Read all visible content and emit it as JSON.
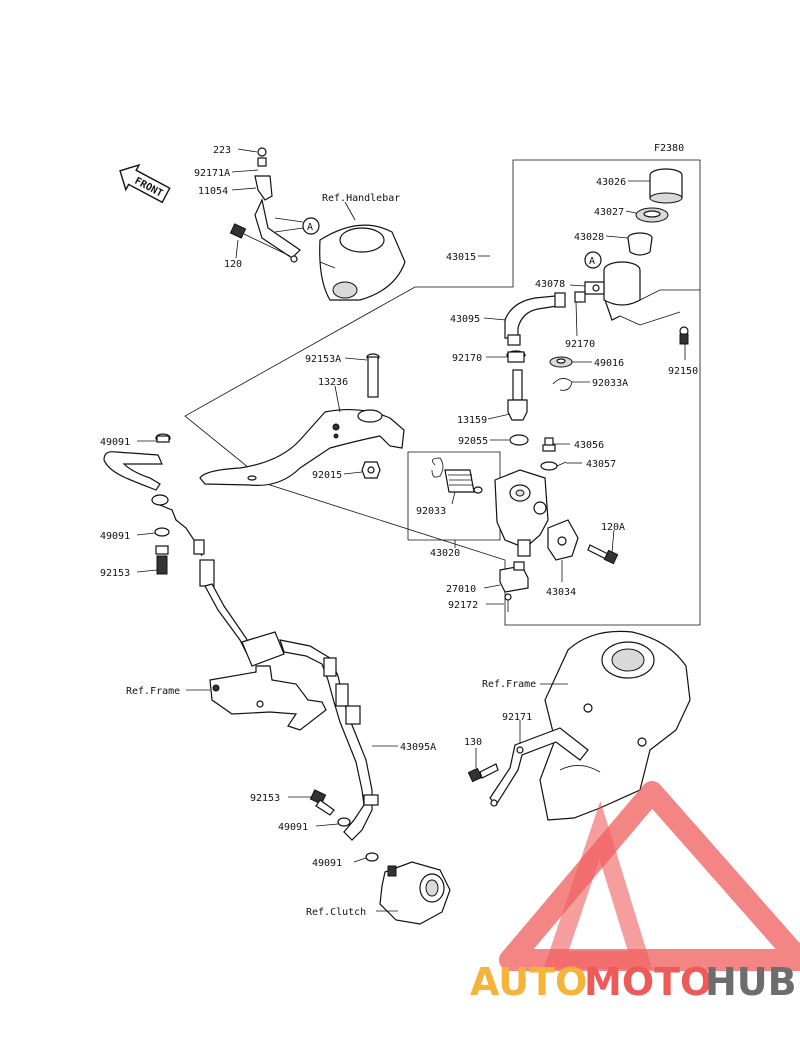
{
  "diagram": {
    "code": "F2380",
    "front_label": "FRONT",
    "circle_marker": "A",
    "parts": {
      "p223": "223",
      "p92171A": "92171A",
      "p11054": "11054",
      "p120": "120",
      "ref_handlebar": "Ref.Handlebar",
      "p43015": "43015",
      "p43026": "43026",
      "p43027": "43027",
      "p43028": "43028",
      "p43078": "43078",
      "p43095": "43095",
      "p92170a": "92170",
      "p92170b": "92170",
      "p92150": "92150",
      "p49016": "49016",
      "p92033A": "92033A",
      "p92153A": "92153A",
      "p13236": "13236",
      "p13159": "13159",
      "p92055": "92055",
      "p43056": "43056",
      "p43057": "43057",
      "p92015": "92015",
      "p92033": "92033",
      "p43020": "43020",
      "p120A": "120A",
      "p27010": "27010",
      "p43034": "43034",
      "p92172": "92172",
      "p49091a": "49091",
      "p49091b": "49091",
      "p92153a": "92153",
      "ref_frame_left": "Ref.Frame",
      "ref_frame_right": "Ref.Frame",
      "p43095A": "43095A",
      "p92171": "92171",
      "p130": "130",
      "p92153b": "92153",
      "p49091c": "49091",
      "p49091d": "49091",
      "ref_clutch": "Ref.Clutch"
    }
  },
  "watermark": {
    "part1": "AUTO",
    "part2": "MOTO",
    "part3": "HUB",
    "colors": {
      "auto": "#f5b33a",
      "moto": "#ee5a57",
      "hub": "#6d6d6d",
      "triangle": "#ef4b4b"
    }
  }
}
